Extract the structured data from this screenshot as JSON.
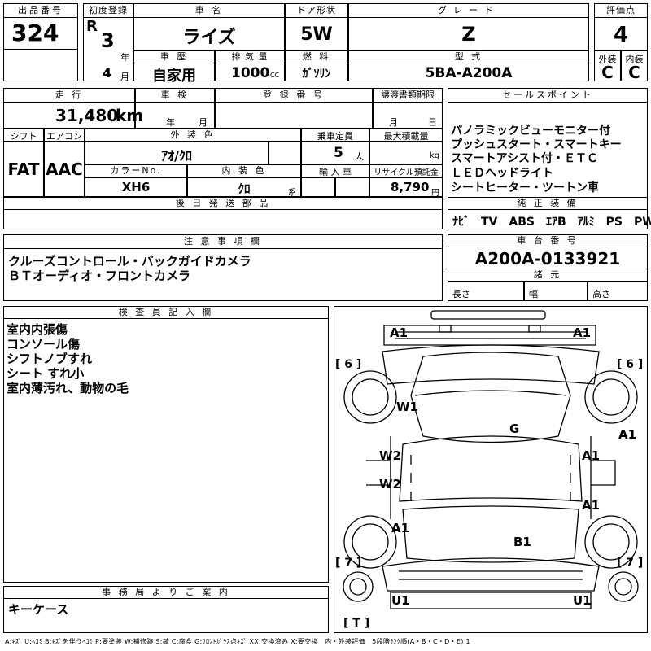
{
  "header": {
    "lot_label": "出品番号",
    "lot_no": "324",
    "reg_label": "初度登録",
    "era": "R",
    "year": "3",
    "year_unit": "年",
    "month": "4",
    "month_unit": "月",
    "name_label": "車 名",
    "name": "ライズ",
    "door_label": "ドア形状",
    "door": "5W",
    "grade_label": "グレード",
    "grade": "Z",
    "score_label": "評価点",
    "score": "4",
    "history_label": "車 歴",
    "history": "自家用",
    "displacement_label": "排 気 量",
    "displacement": "1000",
    "displacement_unit": "CC",
    "fuel_label": "燃 料",
    "fuel": "ｶﾞｿﾘﾝ",
    "model_label": "型 式",
    "model": "5BA-A200A",
    "ext_label": "外装",
    "ext": "C",
    "int_label": "内装",
    "int": "C"
  },
  "row2": {
    "mileage_label": "走 行",
    "mileage": "31,480",
    "mileage_unit": "km",
    "inspection_label": "車 検",
    "insp_year_unit": "年",
    "insp_month_unit": "月",
    "regno_label": "登 録 番 号",
    "transfer_label": "譲渡書類期限",
    "tr_month_unit": "月",
    "tr_day_unit": "日",
    "shift_label": "シフト",
    "shift": "FAT",
    "ac_label": "エアコン",
    "ac": "AAC",
    "color_label": "外 装 色",
    "color": "ｱｵ/ｸﾛ",
    "capacity_label": "乗車定員",
    "capacity": "5",
    "capacity_unit": "人",
    "load_label": "最大積載量",
    "load_unit": "kg",
    "colorno_label": "カラーNo.",
    "colorno": "XH6",
    "interior_label": "内 装 色",
    "interior": "ｸﾛ",
    "interior_unit": "系",
    "import_label": "輸 入 車",
    "recycle_label": "リサイクル預託金",
    "recycle": "8,790",
    "recycle_unit": "円",
    "parts_label": "後 日 発 送 部 品"
  },
  "sales": {
    "label": "セールスポイント",
    "lines": [
      "パノラミックビューモニター付",
      "プッシュスタート・スマートキー",
      "スマートアシスト付・ＥＴＣ",
      "ＬＥＤヘッドライト",
      "シートヒーター・ツートン車"
    ],
    "equip_label": "純 正 装 備",
    "equip": "ﾅﾋﾞ　TV　ABS　ｴｱB　ｱﾙﾐ　PS　PW"
  },
  "notes": {
    "label": "注 意 事 項 欄",
    "lines": [
      "クルーズコントロール・バックガイドカメラ",
      "ＢＴオーディオ・フロントカメラ"
    ]
  },
  "chassis": {
    "label": "車 台 番 号",
    "number": "A200A-0133921",
    "dims_label": "諸 元",
    "length": "長さ",
    "width": "幅",
    "height": "高さ"
  },
  "inspector": {
    "label": "検 査 員 記 入 欄",
    "lines": [
      "室内内張傷",
      "コンソール傷",
      "シフトノブすれ",
      "シート すれ小",
      "室内薄汚れ、動物の毛"
    ]
  },
  "office": {
    "label": "事 務 局 よ り ご 案 内",
    "text": "キーケース"
  },
  "diagram": {
    "marks": {
      "a1_fl": "A1",
      "a1_fr": "A1",
      "w1": "W1",
      "g": "G",
      "a1_r": "A1",
      "w2a": "W2",
      "a1_m": "A1",
      "w2b": "W2",
      "a1_m2": "A1",
      "a1_rl": "A1",
      "b1": "B1",
      "u1_l": "U1",
      "u1_r": "U1"
    },
    "tire": {
      "t6l": "[ 6 ]",
      "t6r": "[ 6 ]",
      "t7l": "[ 7 ]",
      "t7r": "[ 7 ]",
      "tt": "[ T ]"
    }
  },
  "legend": "A:ｷｽﾞ U:ﾍｺﾐ B:ｷｽﾞを伴うﾍｺﾐ P:要塗装 W:補修跡 S:錆 C:腐食 G:ﾌﾛﾝﾄｶﾞﾗｽ点ｷｽﾞ XX:交換済み X:要交換　内・外装評価　5段階ﾗﾝｸ順(A・B・C・D・E) 1"
}
